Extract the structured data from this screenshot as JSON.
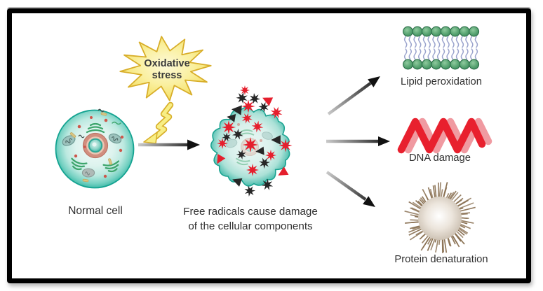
{
  "nodes": {
    "normal_cell": {
      "label": "Normal cell"
    },
    "oxidative_stress": {
      "line1": "Oxidative",
      "line2": "stress"
    },
    "damaged_cell": {
      "caption_line1": "Free radicals cause damage",
      "caption_line2": "of the cellular components"
    },
    "lipid_peroxidation": {
      "label": "Lipid peroxidation"
    },
    "dna_damage": {
      "label": "DNA damage"
    },
    "protein_denaturation": {
      "label": "Protein denaturation"
    }
  },
  "icons": {
    "normal_cell": "normal-cell-illustration",
    "oxidative_stress": "starburst-icon",
    "lightning": "lightning-bolt-icon",
    "damaged_cell": "damaged-cell-illustration",
    "free_radicals": "free-radical-burst-icons",
    "lipid": "lipid-bilayer-icon",
    "dna": "dna-helix-icon",
    "protein": "denatured-protein-icon",
    "arrows": "gradient-arrow-icon"
  },
  "colors": {
    "cell_teal": "#2eb3a1",
    "radical_red": "#e51f2d",
    "radical_dark": "#262626",
    "starburst_yellow": "#f6e87a",
    "starburst_outline": "#d8ae2a",
    "lipid_green": "#3c8a5d",
    "lipid_tail_blue": "#9ba4cd",
    "dna_red": "#e8202e",
    "dna_pink": "#f09aa1",
    "protein_brown": "#8b7254",
    "arrow_dark": "#141414",
    "frame_black": "#000000",
    "background": "#ffffff",
    "text": "#303030"
  }
}
